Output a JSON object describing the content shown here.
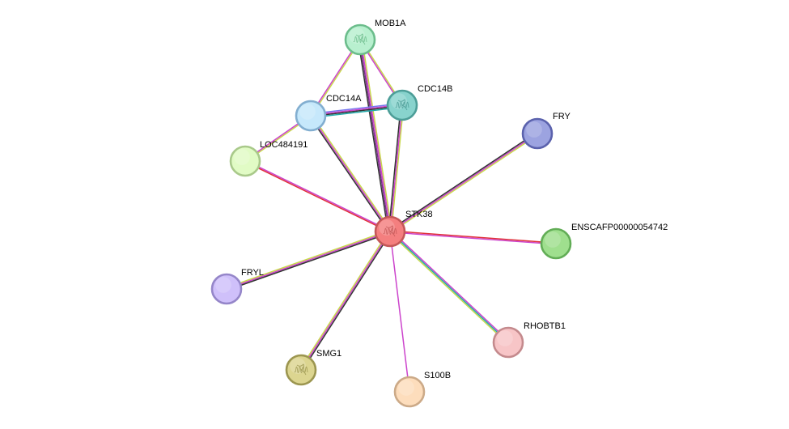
{
  "network": {
    "nodes": [
      {
        "id": "STK38",
        "label": "STK38",
        "fill": "#f47f7f",
        "stroke": "#c45858",
        "glyph": true
      },
      {
        "id": "MOB1A",
        "label": "MOB1A",
        "fill": "#b8f0cf",
        "stroke": "#6cbd8c",
        "glyph": true
      },
      {
        "id": "CDC14A",
        "label": "CDC14A",
        "fill": "#c6e8fb",
        "stroke": "#82aed0",
        "glyph": false
      },
      {
        "id": "CDC14B",
        "label": "CDC14B",
        "fill": "#88d3cd",
        "stroke": "#4d9e98",
        "glyph": true
      },
      {
        "id": "LOC484191",
        "label": "LOC484191",
        "fill": "#e1fbc5",
        "stroke": "#a9c98a",
        "glyph": false
      },
      {
        "id": "FRY",
        "label": "FRY",
        "fill": "#9ca3e0",
        "stroke": "#5b62ad",
        "glyph": false
      },
      {
        "id": "ENSCAFP00000054742",
        "label": "ENSCAFP00000054742",
        "fill": "#9fdf8e",
        "stroke": "#62ad56",
        "glyph": false
      },
      {
        "id": "FRYL",
        "label": "FRYL",
        "fill": "#cfc0fa",
        "stroke": "#9586c9",
        "glyph": false
      },
      {
        "id": "SMG1",
        "label": "SMG1",
        "fill": "#dcd590",
        "stroke": "#9c9650",
        "glyph": true
      },
      {
        "id": "S100B",
        "label": "S100B",
        "fill": "#fdddbc",
        "stroke": "#ccaa88",
        "glyph": false
      },
      {
        "id": "RHOBTB1",
        "label": "RHOBTB1",
        "fill": "#f7c5c7",
        "stroke": "#c48a8d",
        "glyph": false
      }
    ],
    "edges": [
      {
        "source": "MOB1A",
        "target": "CDC14A",
        "colors": [
          "#c8d84a",
          "#cc44cc"
        ]
      },
      {
        "source": "MOB1A",
        "target": "CDC14B",
        "colors": [
          "#c8d84a",
          "#cc44cc"
        ]
      },
      {
        "source": "MOB1A",
        "target": "STK38",
        "colors": [
          "#c8d84a",
          "#cc44cc",
          "#7b2d8b",
          "#333333"
        ]
      },
      {
        "source": "CDC14A",
        "target": "CDC14B",
        "colors": [
          "#7777ee",
          "#cc44cc",
          "#333333",
          "#22aaaa"
        ]
      },
      {
        "source": "CDC14A",
        "target": "LOC484191",
        "colors": [
          "#c8d84a",
          "#cc44cc"
        ]
      },
      {
        "source": "CDC14A",
        "target": "STK38",
        "colors": [
          "#c8d84a",
          "#cc44cc",
          "#333333"
        ]
      },
      {
        "source": "CDC14B",
        "target": "STK38",
        "colors": [
          "#c8d84a",
          "#cc44cc",
          "#333333"
        ]
      },
      {
        "source": "LOC484191",
        "target": "STK38",
        "colors": [
          "#cc44cc",
          "#e0303a"
        ]
      },
      {
        "source": "FRY",
        "target": "STK38",
        "colors": [
          "#c8d84a",
          "#cc44cc",
          "#333333"
        ]
      },
      {
        "source": "ENSCAFP00000054742",
        "target": "STK38",
        "colors": [
          "#cc44cc",
          "#e0303a"
        ]
      },
      {
        "source": "FRYL",
        "target": "STK38",
        "colors": [
          "#c8d84a",
          "#cc44cc",
          "#333333"
        ]
      },
      {
        "source": "SMG1",
        "target": "STK38",
        "colors": [
          "#c8d84a",
          "#cc44cc",
          "#333333"
        ]
      },
      {
        "source": "S100B",
        "target": "STK38",
        "colors": [
          "#cc44cc"
        ]
      },
      {
        "source": "RHOBTB1",
        "target": "STK38",
        "colors": [
          "#c8d84a",
          "#22aaaa",
          "#cc44cc"
        ]
      }
    ]
  }
}
